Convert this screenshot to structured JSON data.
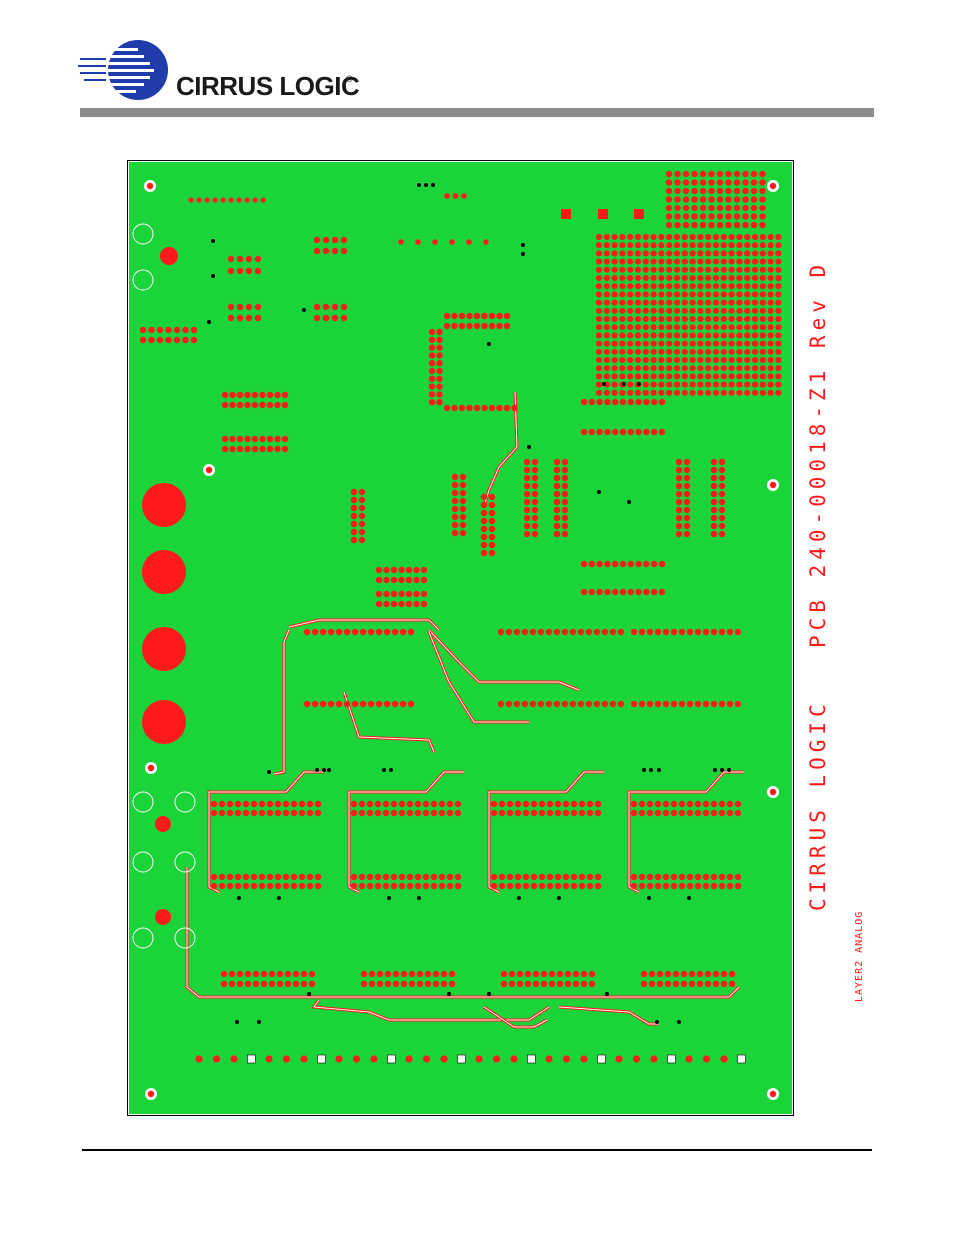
{
  "header": {
    "logo_text": "CIRRUS LOGIC",
    "logo_mark": "®",
    "brand_colors": {
      "swoosh": "#1e3caa",
      "text": "#1a1a1a",
      "rule": "#8c8c8c"
    }
  },
  "figure": {
    "pcb_label": "PCB 240-00018-Z1 Rev D",
    "brand_label": "CIRRUS LOGIC",
    "layer_label": "LAYER2 ANALOG",
    "colors": {
      "board": "#1bd43a",
      "pad": "#ff1a1a",
      "text": "#ff1a1a",
      "hole": "#000000"
    }
  }
}
